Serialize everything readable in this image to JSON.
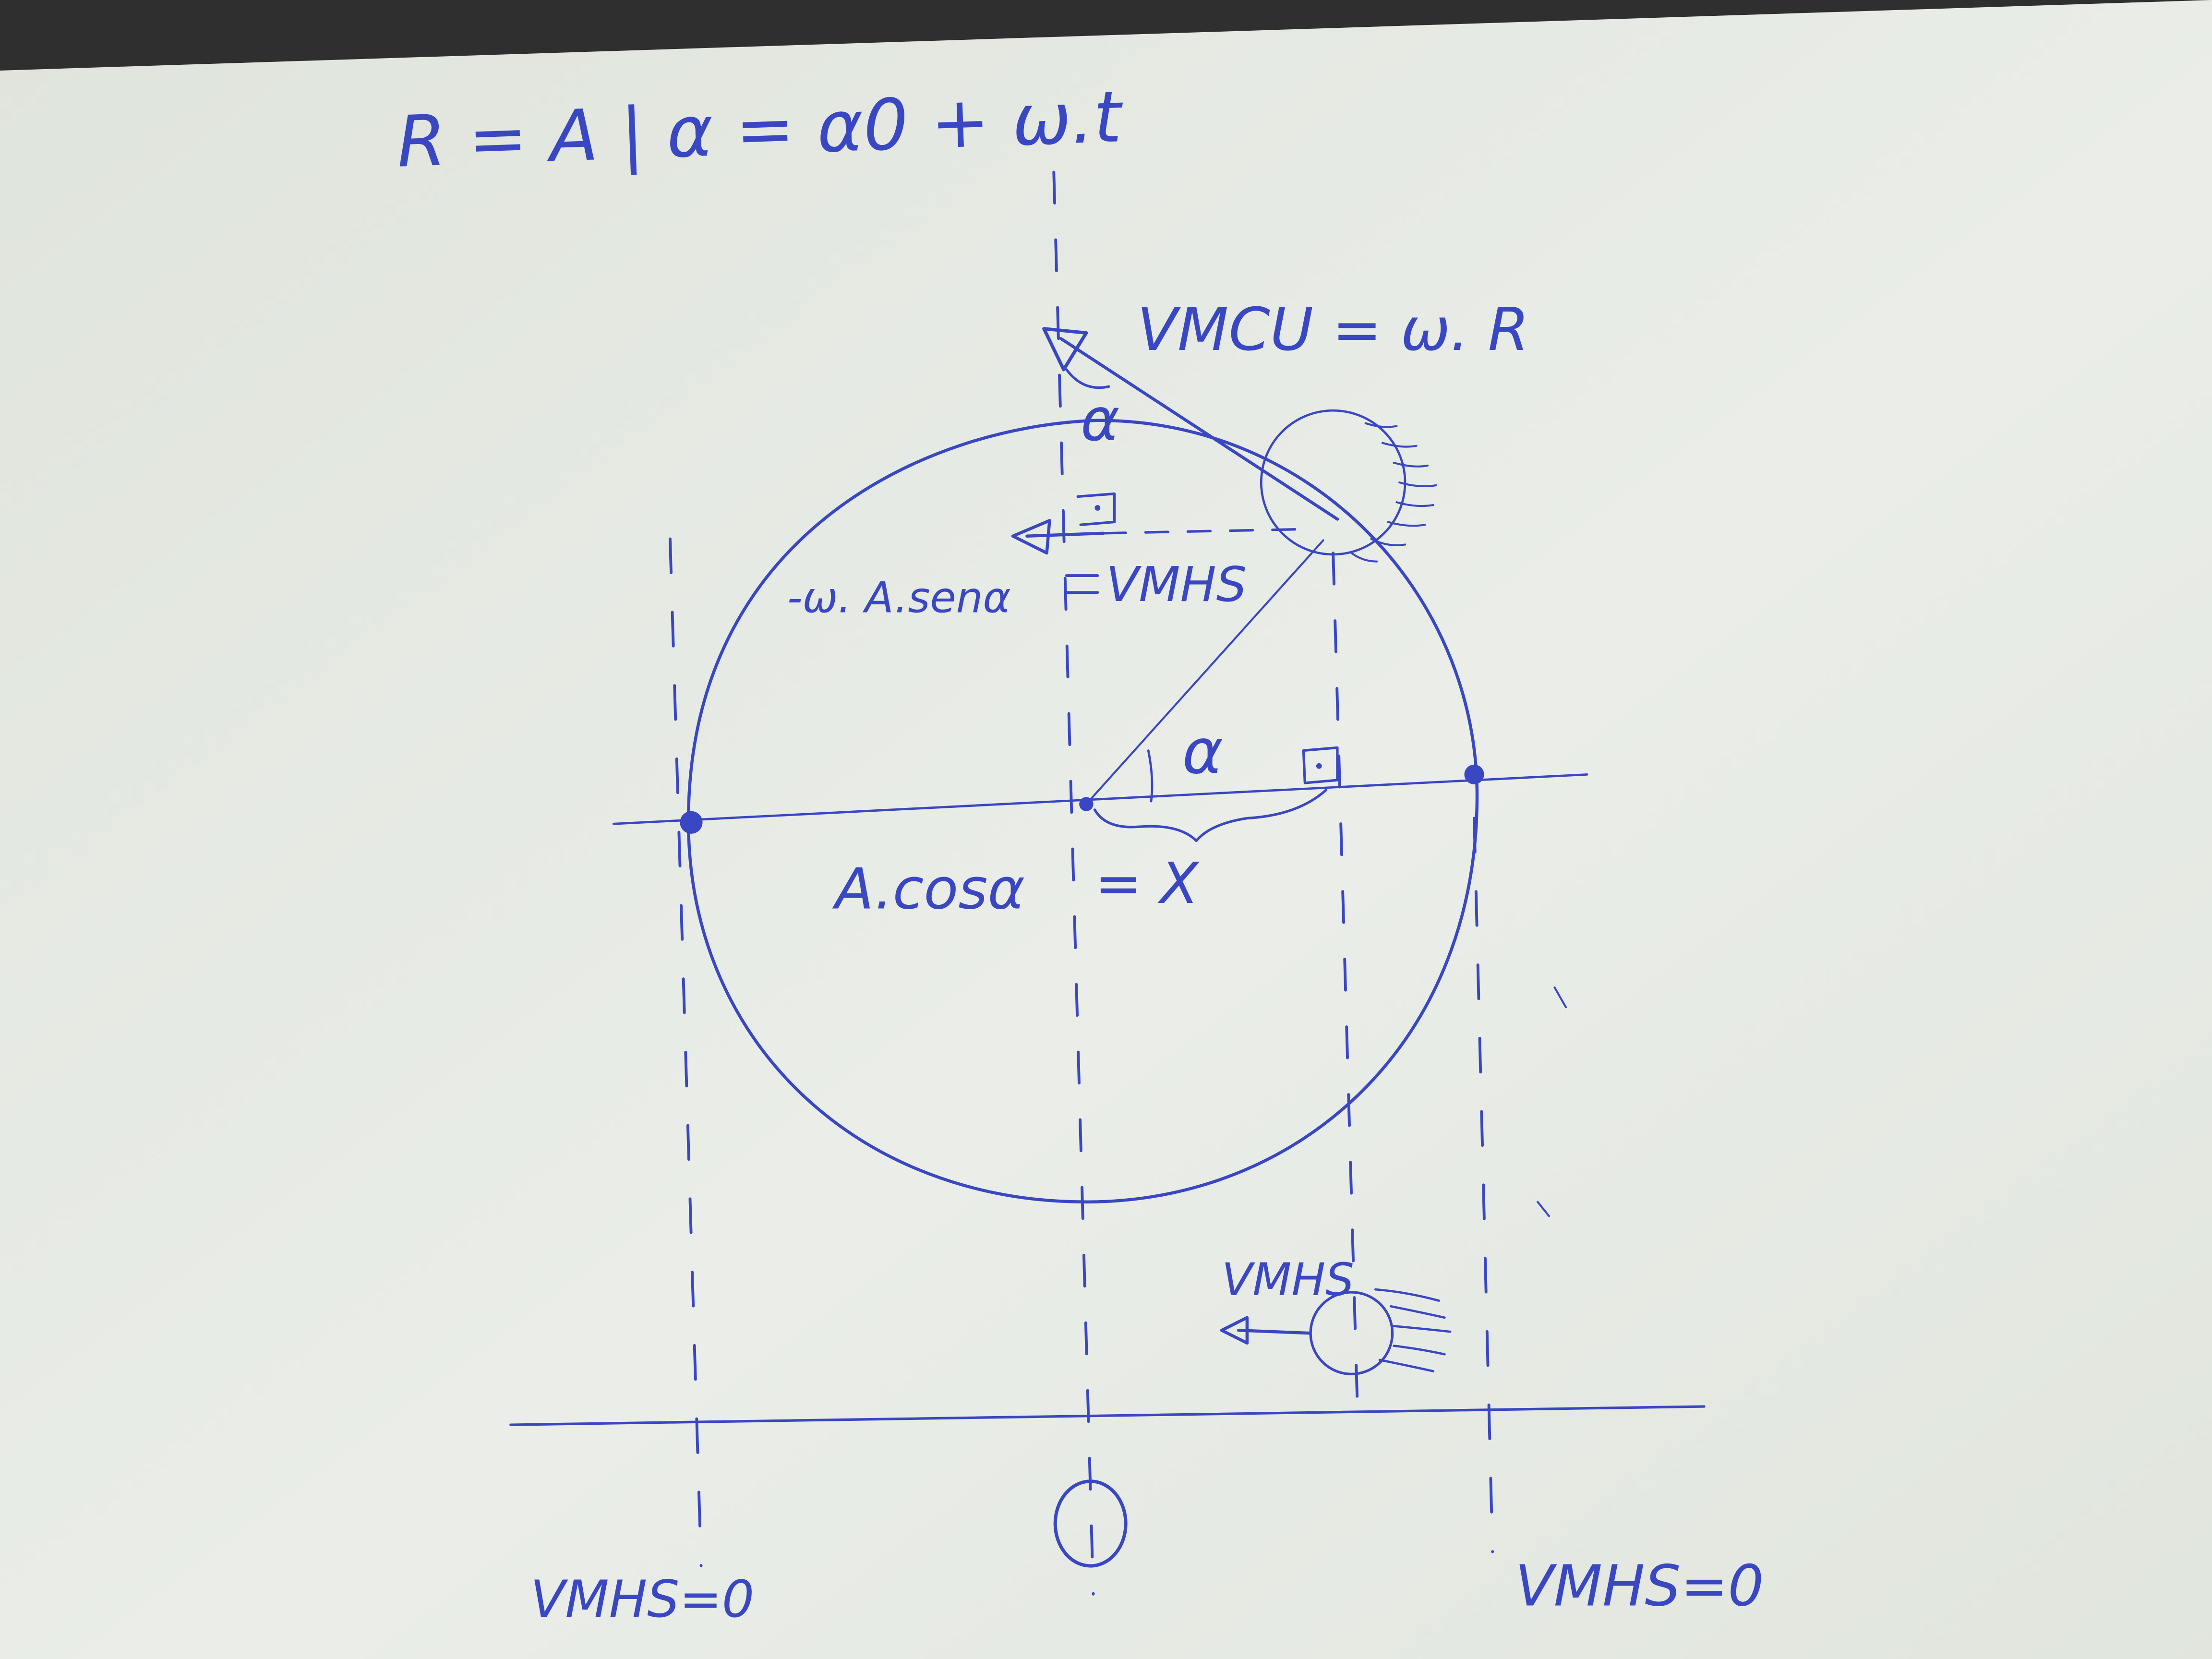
{
  "whiteboard": {
    "ink_color": "#3a47c2",
    "board_color": "#dfe4dc",
    "edge_color": "#2f2f2f"
  },
  "formulas": {
    "relations": "R = A | α = α0 + ω.t",
    "v_mcu": "VMCU = ω. R",
    "angle_top": "α",
    "angle_center": "α",
    "v_mhs_sin": "-ω. A.senα",
    "v_mhs_label": "VMHS",
    "displacement": "A.cosα",
    "equals_x": "= X",
    "v_mhs_ball": "VMHS",
    "v_left_end": "VMHS=0",
    "v_right_end": "VMHS=0"
  }
}
